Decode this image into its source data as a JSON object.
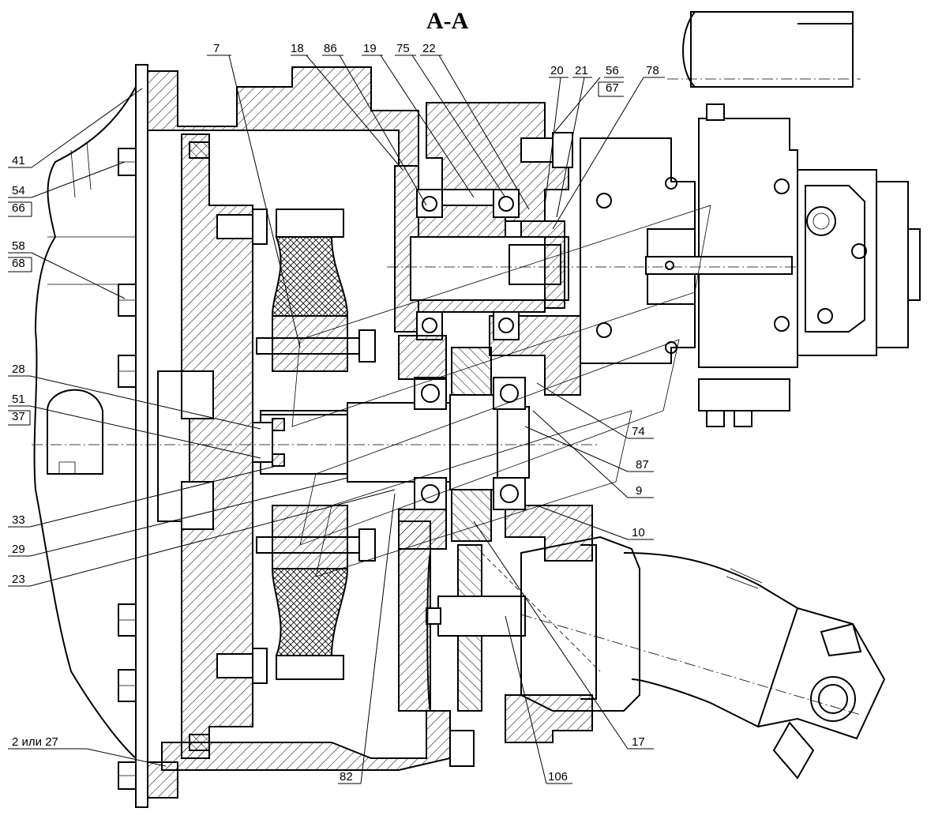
{
  "section_title": "A-A",
  "callouts": {
    "c7": "7",
    "c18": "18",
    "c86": "86",
    "c19": "19",
    "c75": "75",
    "c22": "22",
    "c20": "20",
    "c21": "21",
    "c56": "56",
    "c67": "67",
    "c78": "78",
    "c41": "41",
    "c54": "54",
    "c66": "66",
    "c58": "58",
    "c68": "68",
    "c28": "28",
    "c51": "51",
    "c37": "37",
    "c33": "33",
    "c29": "29",
    "c23": "23",
    "c74": "74",
    "c87": "87",
    "c9": "9",
    "c10": "10",
    "c17": "17",
    "c82": "82",
    "c106": "106",
    "c2_27": "2 или 27"
  }
}
